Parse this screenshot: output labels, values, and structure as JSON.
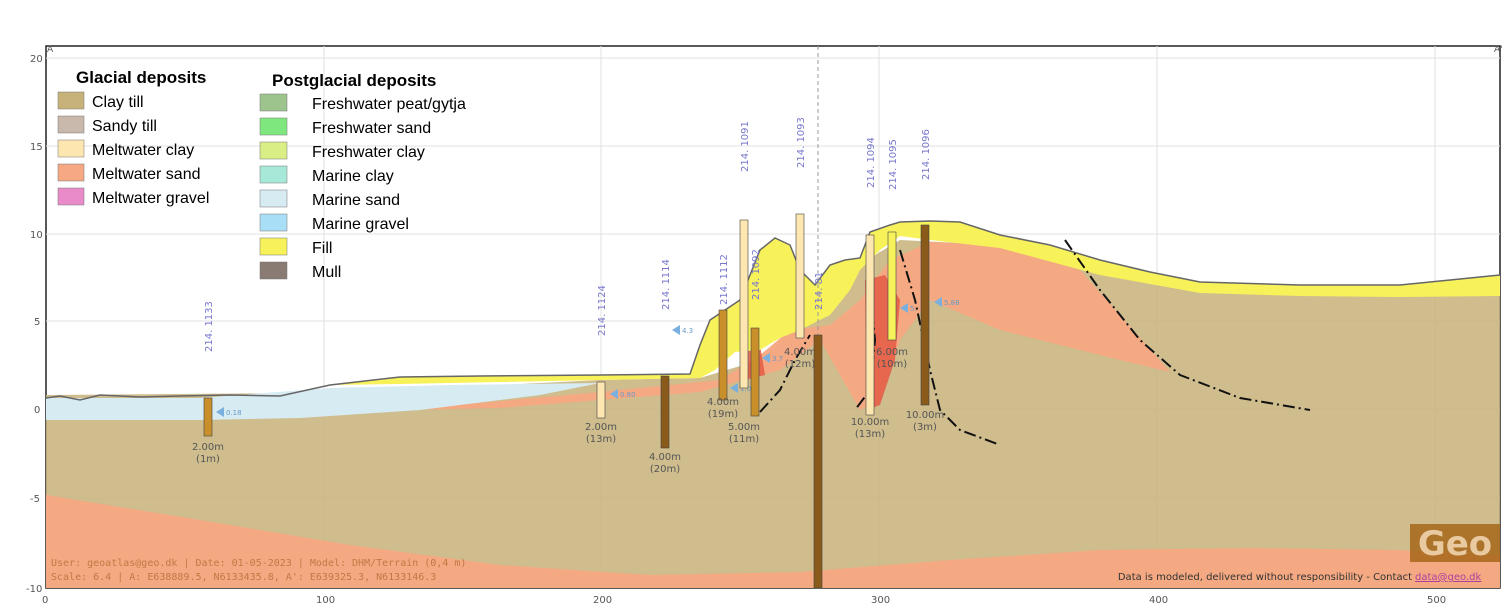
{
  "legend": {
    "glacial_title": "Glacial deposits",
    "postglacial_title": "Postglacial deposits",
    "glacial": [
      {
        "label": "Clay till",
        "color": "#c7b27a"
      },
      {
        "label": "Sandy till",
        "color": "#c9b8ac"
      },
      {
        "label": "Meltwater clay",
        "color": "#fde6b0"
      },
      {
        "label": "Meltwater sand",
        "color": "#f6a882"
      },
      {
        "label": "Meltwater gravel",
        "color": "#e98bc8"
      }
    ],
    "postglacial": [
      {
        "label": "Freshwater peat/gytja",
        "color": "#9cc48c"
      },
      {
        "label": "Freshwater sand",
        "color": "#7ee87e"
      },
      {
        "label": "Freshwater clay",
        "color": "#d9ef86"
      },
      {
        "label": "Marine clay",
        "color": "#a6e9d8"
      },
      {
        "label": "Marine sand",
        "color": "#d7ebf3"
      },
      {
        "label": "Marine gravel",
        "color": "#a9def7"
      },
      {
        "label": "Fill",
        "color": "#f7f25a"
      },
      {
        "label": "Mull",
        "color": "#8a7b72"
      }
    ]
  },
  "axes": {
    "y_ticks": [
      "20",
      "15",
      "10",
      "5",
      "0",
      "-5",
      "-10"
    ],
    "x_ticks": [
      "0",
      "100",
      "200",
      "300",
      "400",
      "500"
    ],
    "section_start": "A",
    "section_end": "A'"
  },
  "boreholes": [
    {
      "id": "214. 1133",
      "depth": "2.00m",
      "sub": "(1m)",
      "water": "0.18"
    },
    {
      "id": "214. 1124",
      "depth": "2.00m",
      "sub": "(13m)",
      "water": "0.80"
    },
    {
      "id": "214. 1114",
      "depth": "4.00m",
      "sub": "(20m)",
      "water": "4.3"
    },
    {
      "id": "214. 1112",
      "depth": "4.00m",
      "sub": "(19m)",
      "water": "1.00"
    },
    {
      "id": "214. 1091",
      "depth": "5.00m",
      "sub": "(11m)",
      "water": "3.7"
    },
    {
      "id": "214. 1092",
      "depth": "",
      "sub": "",
      "water": ""
    },
    {
      "id": "214. 1093",
      "depth": "4.00m",
      "sub": "(12m)",
      "water": ""
    },
    {
      "id": "214. 81",
      "depth": "",
      "sub": "",
      "water": ""
    },
    {
      "id": "214. 1094",
      "depth": "10.00m",
      "sub": "(13m)",
      "water": ""
    },
    {
      "id": "214. 1095",
      "depth": "6.00m",
      "sub": "(10m)",
      "water": "5."
    },
    {
      "id": "214. 1096",
      "depth": "10.00m",
      "sub": "(3m)",
      "water": "5.88"
    }
  ],
  "footer": {
    "line1": "User: geoatlas@geo.dk | Date: 01-05-2023 | Model: DHM/Terrain (0,4 m)",
    "line2": "Scale: 6.4 | A: E638889.5, N6133435.8, A': E639325.3, N6133146.3",
    "disclaimer": "Data is modeled, delivered without responsibility - Contact",
    "contact": "data@geo.dk",
    "logo": "Geo"
  }
}
